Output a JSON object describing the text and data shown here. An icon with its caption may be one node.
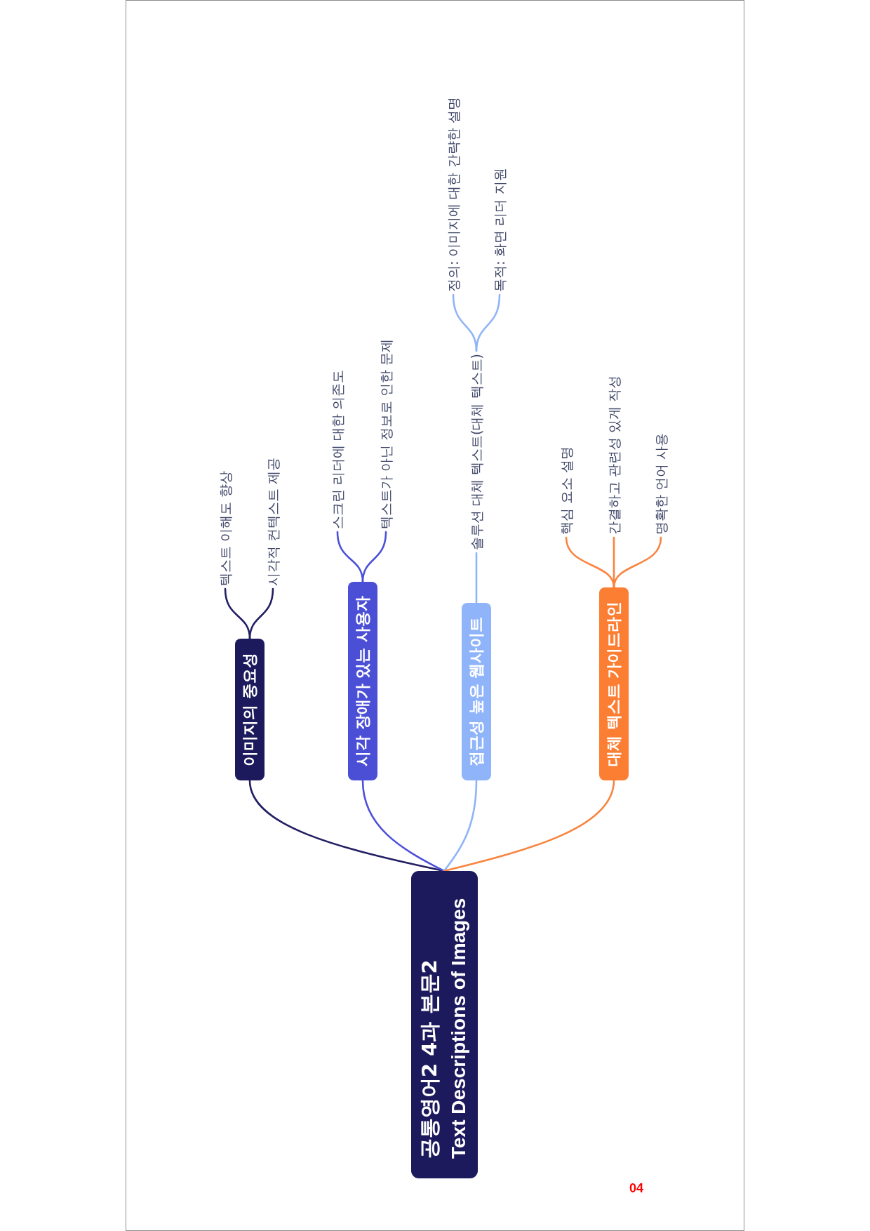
{
  "diagram": {
    "nodes": [
      {
        "text": [
          "공통영어2 4과 본문2",
          "Text Descriptions of Images"
        ]
      },
      {
        "text": [
          "이미지의 중요성"
        ]
      },
      {
        "text": [
          "텍스트 이해도 향상"
        ]
      },
      {
        "text": [
          "시각적 컨텍스트 제공"
        ]
      },
      {
        "text": [
          "시각 장애가 있는 사용자"
        ]
      },
      {
        "text": [
          "스크린 리더에 대한 의존도"
        ]
      },
      {
        "text": [
          "텍스트가 아닌 정보로 인한 문제"
        ]
      },
      {
        "text": [
          "접근성 높은 웹사이트"
        ]
      },
      {
        "text": [
          "솔루션 대체 텍스트(대체 텍스트)"
        ]
      },
      {
        "text": [
          "정의: 이미지에 대한 간략한 설명"
        ]
      },
      {
        "text": [
          "목적: 화면 리더 지원"
        ]
      },
      {
        "text": [
          "대체 텍스트 가이드라인"
        ]
      },
      {
        "text": [
          "핵심 요소 설명"
        ]
      },
      {
        "text": [
          "간결하고 관련성 있게 작성"
        ]
      },
      {
        "text": [
          "명확한 언어 사용"
        ]
      }
    ],
    "edges": [
      {
        "from": 0,
        "to": 1,
        "arrow": "none",
        "color": "#221f63"
      },
      {
        "from": 1,
        "to": 2,
        "arrow": "none",
        "color": "#221f63"
      },
      {
        "from": 1,
        "to": 3,
        "arrow": "none",
        "color": "#221f63"
      },
      {
        "from": 0,
        "to": 4,
        "arrow": "none",
        "color": "#4d51d8"
      },
      {
        "from": 4,
        "to": 5,
        "arrow": "none",
        "color": "#4d51d8"
      },
      {
        "from": 4,
        "to": 6,
        "arrow": "none",
        "color": "#4d51d8"
      },
      {
        "from": 0,
        "to": 7,
        "arrow": "none",
        "color": "#8fb4f8"
      },
      {
        "from": 7,
        "to": 8,
        "arrow": "none",
        "color": "#8fb4f8"
      },
      {
        "from": 8,
        "to": 9,
        "arrow": "none",
        "color": "#8fb4f8"
      },
      {
        "from": 8,
        "to": 10,
        "arrow": "none",
        "color": "#8fb4f8"
      },
      {
        "from": 0,
        "to": 11,
        "arrow": "none",
        "color": "#f8843f"
      },
      {
        "from": 11,
        "to": 12,
        "arrow": "none",
        "color": "#f8843f"
      },
      {
        "from": 11,
        "to": 13,
        "arrow": "none",
        "color": "#f8843f"
      },
      {
        "from": 11,
        "to": 14,
        "arrow": "none",
        "color": "#f8843f"
      }
    ],
    "labels": [
      "04"
    ]
  }
}
